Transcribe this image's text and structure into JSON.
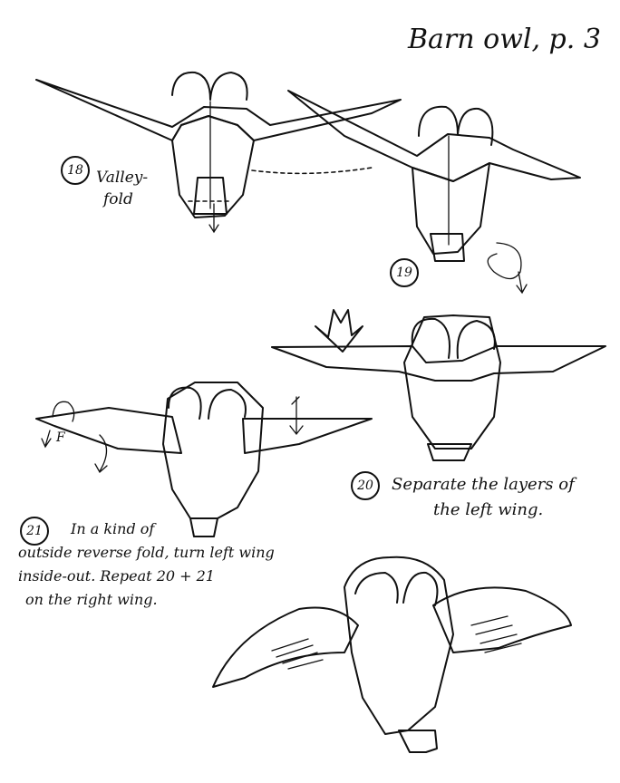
{
  "title": "Barn owl, p. 3",
  "steps": [
    {
      "number": "18",
      "text_lines": [
        "Valley-",
        "fold"
      ]
    },
    {
      "number": "19",
      "text_lines": []
    },
    {
      "number": "20",
      "text_lines": [
        "Separate the layers of",
        "the left wing."
      ]
    },
    {
      "number": "21",
      "text_lines": [
        "In a kind of",
        "outside reverse fold, turn left wing",
        "inside-out. Repeat 20 + 21",
        "on the right wing."
      ]
    }
  ],
  "fold_marks": {
    "inside_reverse_label": "F"
  }
}
